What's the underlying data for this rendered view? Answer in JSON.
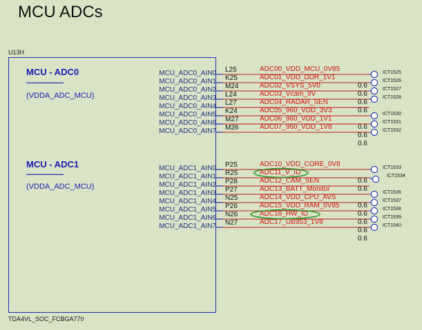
{
  "title": "MCU ADCs",
  "refdes": "U13H",
  "part_number": "TDA4VL_SOC_FCBGA770",
  "groups": [
    {
      "name": "MCU - ADC0",
      "separator": "-----------------",
      "supply": "(VDDA_ADC_MCU)"
    },
    {
      "name": "MCU - ADC1",
      "separator": "-----------------",
      "supply": "(VDDA_ADC_MCU)"
    }
  ],
  "colors": {
    "background": "#d9e4c7",
    "box": "#1f2cb0",
    "pin_text": "#1f2f80",
    "net_text": "#d01010",
    "wire": "#c01818",
    "highlight": "#2e9a2e",
    "testpoint": "#1f2cb0"
  },
  "pins": [
    {
      "pin": "MCU_ADC0_AIN0",
      "ball": "L25",
      "net": "ADC00_VDD_MCU_0V85",
      "value": "",
      "tp": "ICT1525",
      "highlight": false
    },
    {
      "pin": "MCU_ADC0_AIN1",
      "ball": "K25",
      "net": "ADC01_VDD_DDR_1V1",
      "value": "0.6",
      "tp": "ICT1526",
      "highlight": false
    },
    {
      "pin": "MCU_ADC0_AIN2",
      "ball": "M24",
      "net": "ADC02_VSYS_5V0",
      "value": "0.6",
      "tp": "ICT1527",
      "highlight": false
    },
    {
      "pin": "MCU_ADC0_AIN3",
      "ball": "L24",
      "net": "ADC03_Vcam_9V",
      "value": "0.6",
      "tp": "ICT1528",
      "highlight": false
    },
    {
      "pin": "MCU_ADC0_AIN4",
      "ball": "L27",
      "net": "ADC04_RADAR_SEN",
      "value": "0.6",
      "tp": "",
      "highlight": false
    },
    {
      "pin": "MCU_ADC0_AIN5",
      "ball": "K24",
      "net": "ADC05_960_VDD_3V3",
      "value": "",
      "tp": "ICT1530",
      "highlight": false
    },
    {
      "pin": "MCU_ADC0_AIN6",
      "ball": "M27",
      "net": "ADC06_960_VDD_1V1",
      "value": "0.6",
      "tp": "ICT1531",
      "highlight": false
    },
    {
      "pin": "MCU_ADC0_AIN7",
      "ball": "M26",
      "net": "ADC07_960_VDD_1V8",
      "value": "0.6",
      "tp": "ICT1532",
      "highlight": false
    },
    {
      "pin": "",
      "ball": "",
      "net": "",
      "value": "0.6",
      "tp": "",
      "highlight": false
    },
    {
      "pin": "MCU_ADC1_AIN0",
      "ball": "P25",
      "net": "ADC10_VDD_CORE_0V8",
      "value": "",
      "tp": "ICT1533",
      "highlight": false
    },
    {
      "pin": "MCU_ADC1_AIN1",
      "ball": "R25",
      "net": "ADC11_V_ID",
      "value": "0.6",
      "tp": "ICT1534",
      "highlight": true
    },
    {
      "pin": "MCU_ADC1_AIN2",
      "ball": "P28",
      "net": "ADC12_CAM_SEN",
      "value": "0.6",
      "tp": "",
      "highlight": false
    },
    {
      "pin": "MCU_ADC1_AIN3",
      "ball": "P27",
      "net": "ADC13_BATT_Monitor",
      "value": "",
      "tp": "ICT1536",
      "highlight": false
    },
    {
      "pin": "MCU_ADC1_AIN4",
      "ball": "N25",
      "net": "ADC14_VDD_CPU_AVS",
      "value": "0.6",
      "tp": "ICT1537",
      "highlight": false
    },
    {
      "pin": "MCU_ADC1_AIN5",
      "ball": "P26",
      "net": "ADC15_VDD_RAM_0V85",
      "value": "0.6",
      "tp": "ICT1538",
      "highlight": false
    },
    {
      "pin": "MCU_ADC1_AIN6",
      "ball": "N26",
      "net": "ADC16_HW_ID",
      "value": "0.6",
      "tp": "ICT1539",
      "highlight": true
    },
    {
      "pin": "MCU_ADC1_AIN7",
      "ball": "N27",
      "net": "ADC17_UB953_1V8",
      "value": "0.6",
      "tp": "ICT1540",
      "highlight": false
    },
    {
      "pin": "",
      "ball": "",
      "net": "",
      "value": "0.6",
      "tp": "",
      "highlight": false
    }
  ]
}
